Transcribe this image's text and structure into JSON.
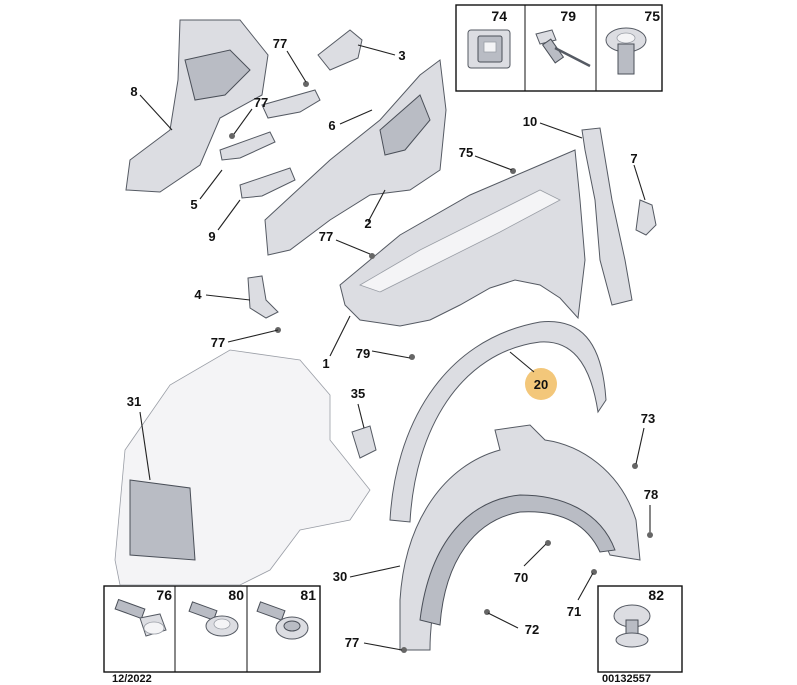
{
  "callouts": [
    "77",
    "3",
    "8",
    "77",
    "6",
    "5",
    "9",
    "2",
    "10",
    "75",
    "7",
    "77",
    "4",
    "77",
    "1",
    "79",
    "20",
    "31",
    "35",
    "73",
    "78",
    "30",
    "70",
    "71",
    "77",
    "72"
  ],
  "top_box": [
    "74",
    "79",
    "75"
  ],
  "bottom_left_box": [
    "76",
    "80",
    "81"
  ],
  "bottom_right_box": [
    "82"
  ],
  "footer": {
    "date": "12/2022",
    "ref": "00132557"
  },
  "colors": {
    "highlight": "#f3c77a",
    "part": "#dcdde2",
    "line": "#222222"
  }
}
